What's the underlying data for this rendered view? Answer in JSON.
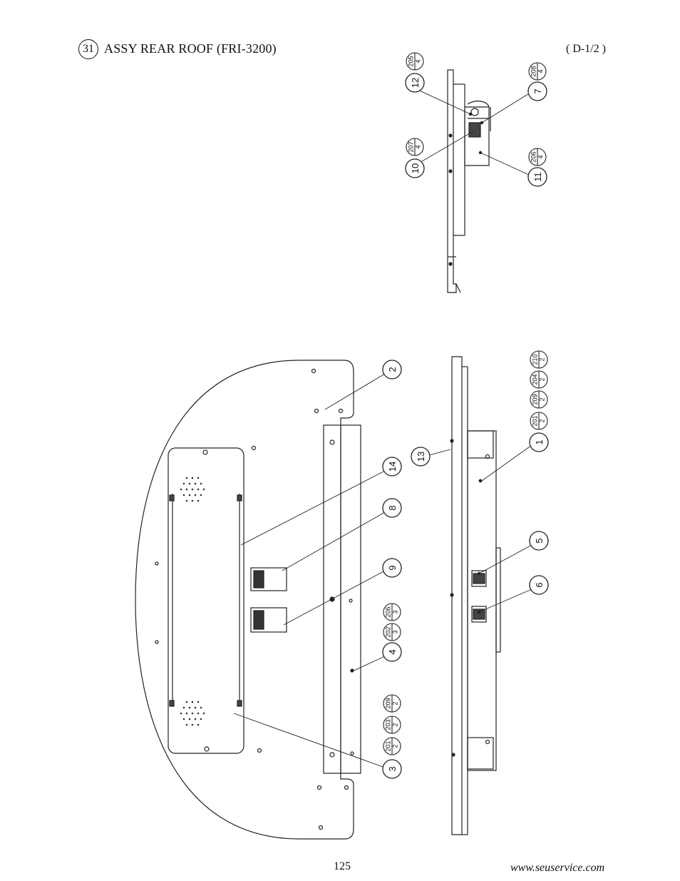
{
  "header": {
    "section_no": "31",
    "title": "ASSY REAR ROOF (FRI-3200)",
    "ref": "( D-1/2 )"
  },
  "footer": {
    "page": "125",
    "website": "www.seuservice.com"
  },
  "callouts": {
    "c1": "1",
    "c2": "2",
    "c3": "3",
    "c4": "4",
    "c5": "5",
    "c6": "6",
    "c7": "7",
    "c8": "8",
    "c9": "9",
    "c10": "10",
    "c11": "11",
    "c12": "12",
    "c13": "13",
    "c14": "14"
  },
  "fasteners": {
    "f205": {
      "code": "205",
      "qty": "4"
    },
    "f208": {
      "code": "208",
      "qty": "4"
    },
    "f207": {
      "code": "207",
      "qty": "4"
    },
    "f206a": {
      "code": "206",
      "qty": "4"
    },
    "f210": {
      "code": "210",
      "qty": "2"
    },
    "f204": {
      "code": "204",
      "qty": "2"
    },
    "f209a": {
      "code": "209",
      "qty": "2"
    },
    "f201a": {
      "code": "201",
      "qty": "2"
    },
    "f206b": {
      "code": "206",
      "qty": "3"
    },
    "f202": {
      "code": "202",
      "qty": "3"
    },
    "f209b": {
      "code": "209",
      "qty": "2"
    },
    "f203": {
      "code": "203",
      "qty": "2"
    },
    "f201b": {
      "code": "201",
      "qty": "2"
    }
  }
}
